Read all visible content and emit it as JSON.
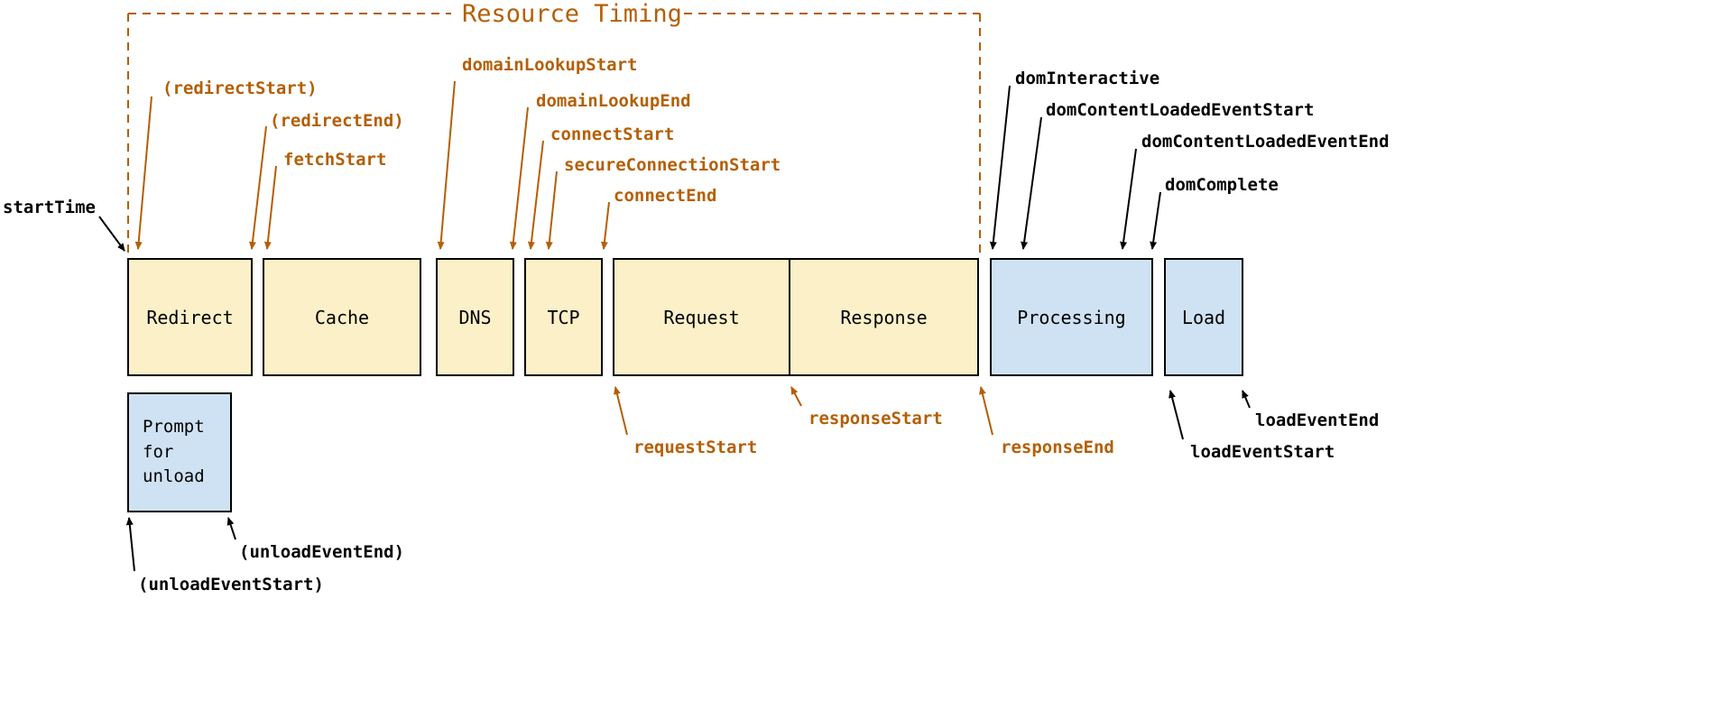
{
  "title": "Resource Timing",
  "colors": {
    "accent_orange": "#B45F06",
    "phase_yellow": "#FCF0C8",
    "phase_blue": "#CFE2F3",
    "border": "#000000",
    "background": "#FFFFFF"
  },
  "phases": [
    {
      "label": "Redirect",
      "color": "yellow"
    },
    {
      "label": "Cache",
      "color": "yellow"
    },
    {
      "label": "DNS",
      "color": "yellow"
    },
    {
      "label": "TCP",
      "color": "yellow"
    },
    {
      "label": "Request",
      "color": "yellow"
    },
    {
      "label": "Response",
      "color": "yellow"
    },
    {
      "label": "Processing",
      "color": "blue"
    },
    {
      "label": "Load",
      "color": "blue"
    }
  ],
  "unload_box": {
    "label": "Prompt for unload",
    "color": "blue"
  },
  "labels": {
    "startTime": "startTime",
    "redirectStart": "(redirectStart)",
    "redirectEnd": "(redirectEnd)",
    "fetchStart": "fetchStart",
    "domainLookupStart": "domainLookupStart",
    "domainLookupEnd": "domainLookupEnd",
    "connectStart": "connectStart",
    "secureConnectionStart": "secureConnectionStart",
    "connectEnd": "connectEnd",
    "domInteractive": "domInteractive",
    "domContentLoadedEventStart": "domContentLoadedEventStart",
    "domContentLoadedEventEnd": "domContentLoadedEventEnd",
    "domComplete": "domComplete",
    "requestStart": "requestStart",
    "responseStart": "responseStart",
    "responseEnd": "responseEnd",
    "loadEventStart": "loadEventStart",
    "loadEventEnd": "loadEventEnd",
    "unloadEventStart": "(unloadEventStart)",
    "unloadEventEnd": "(unloadEventEnd)"
  }
}
